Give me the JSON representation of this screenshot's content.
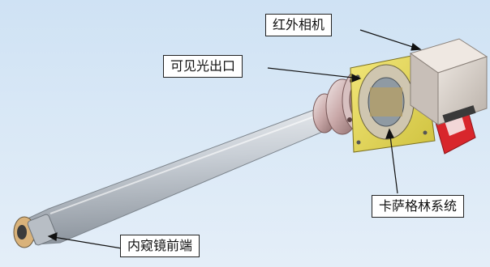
{
  "labels": {
    "infrared_camera": "红外相机",
    "visible_light_outlet": "可见光出口",
    "kessler_system": "卡萨格林系统",
    "endoscope_front_end": "内窥镜前端"
  },
  "colors": {
    "background": "#d7e7f5",
    "tube": "#c9cfd6",
    "yellow_plate": "#e9dc5a",
    "red_frame": "#d8262c",
    "camera_body": "#d9d2cc"
  }
}
